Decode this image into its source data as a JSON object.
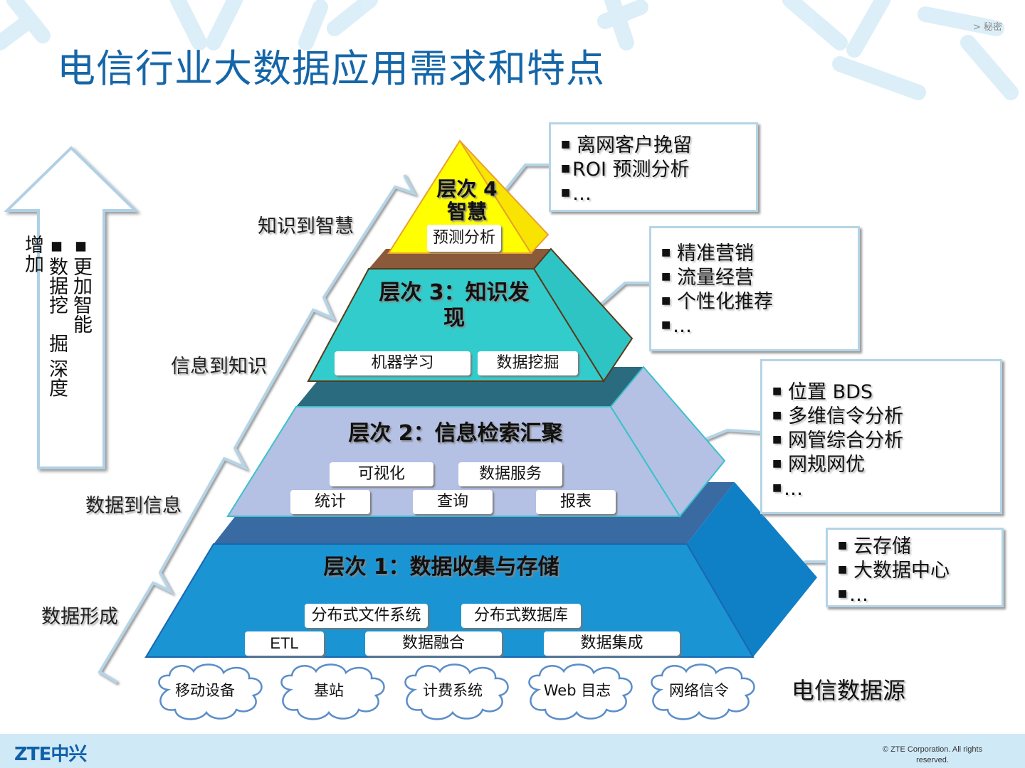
{
  "header": {
    "title": "电信行业大数据应用需求和特点",
    "confidential": "> 秘密"
  },
  "arrow": {
    "bullets": [
      "▪更加智能",
      "▪数据挖　掘 深度",
      "增加"
    ]
  },
  "stair_labels": [
    "知识到智慧",
    "信息到知识",
    "数据到信息",
    "数据形成"
  ],
  "levels": [
    {
      "title_line1": "层次 4",
      "title_line2": "智慧",
      "tags": [
        "预测分析"
      ]
    },
    {
      "title_line1": "层次  3：知识发",
      "title_line2": "现",
      "tags": [
        "机器学习",
        "数据挖掘"
      ]
    },
    {
      "title": "层次  2：信息检索汇聚",
      "tags": [
        "可视化",
        "数据服务",
        "统计",
        "查询",
        "报表"
      ]
    },
    {
      "title": "层次  1：数据收集与存储",
      "tags": [
        "分布式文件系统",
        "分布式数据库",
        "ETL",
        "数据融合",
        "数据集成"
      ]
    }
  ],
  "callouts": [
    {
      "items": [
        "离网客户挽留",
        "ROI 预测分析",
        "…"
      ]
    },
    {
      "items": [
        "精准营销",
        "流量经营",
        "个性化推荐",
        "…"
      ]
    },
    {
      "items": [
        "位置 BDS",
        "多维信令分析",
        "网管综合分析",
        "网规网优",
        "…"
      ]
    },
    {
      "items": [
        "云存储",
        "大数据中心",
        "…"
      ]
    }
  ],
  "sources": {
    "clouds": [
      "移动设备",
      "基站",
      "计费系统",
      "Web 目志",
      "网络信令"
    ],
    "label": "电信数据源"
  },
  "footer": {
    "logo": "ZTE中兴",
    "copyright": "© ZTE Corporation. All rights reserved."
  },
  "colors": {
    "title": "#1566a8",
    "level4": "#ffff00",
    "level3": "#33cccc",
    "level2": "#b4c0e4",
    "level1": "#1a8fd0",
    "footer": "#cfe9f7"
  }
}
